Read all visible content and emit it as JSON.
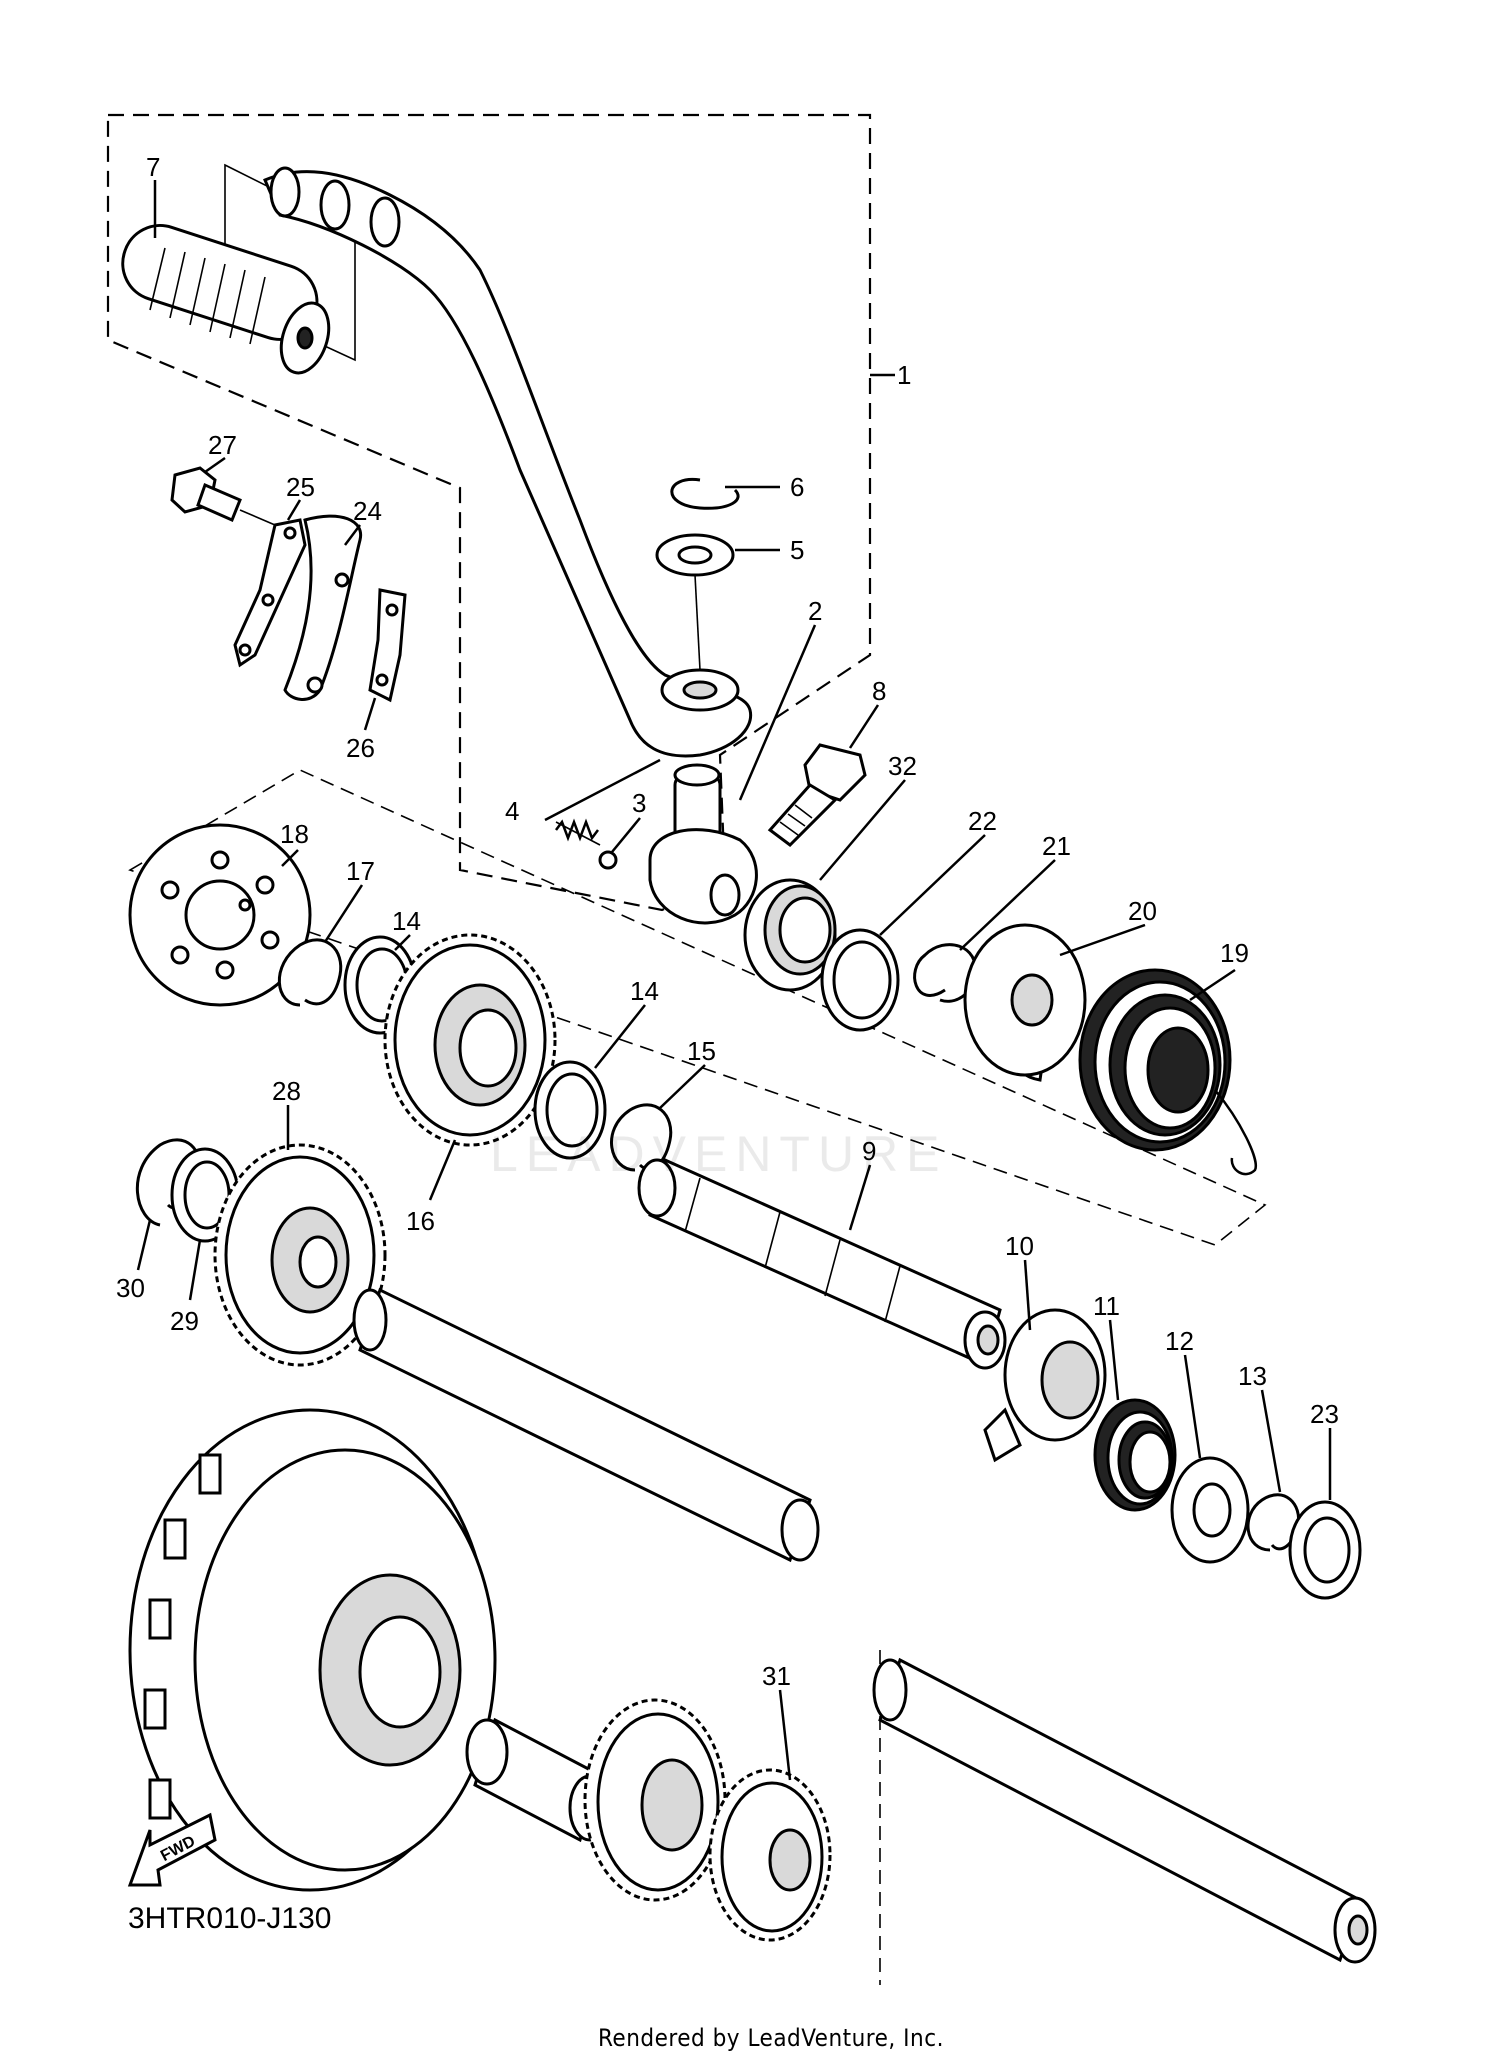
{
  "diagram": {
    "code": "3HTR010-J130",
    "footer": "Rendered by LeadVenture, Inc.",
    "watermark": "LEADVENTURE",
    "fwd_label": "FWD",
    "callouts": {
      "c1": "1",
      "c2": "2",
      "c3": "3",
      "c4": "4",
      "c5": "5",
      "c6": "6",
      "c7": "7",
      "c8": "8",
      "c9": "9",
      "c10": "10",
      "c11": "11",
      "c12": "12",
      "c13": "13",
      "c14a": "14",
      "c14b": "14",
      "c15": "15",
      "c16": "16",
      "c17": "17",
      "c18": "18",
      "c19": "19",
      "c20": "20",
      "c21": "21",
      "c22": "22",
      "c23": "23",
      "c24": "24",
      "c25": "25",
      "c26": "26",
      "c27": "27",
      "c28": "28",
      "c29": "29",
      "c30": "30",
      "c31": "31",
      "c32": "32"
    }
  }
}
